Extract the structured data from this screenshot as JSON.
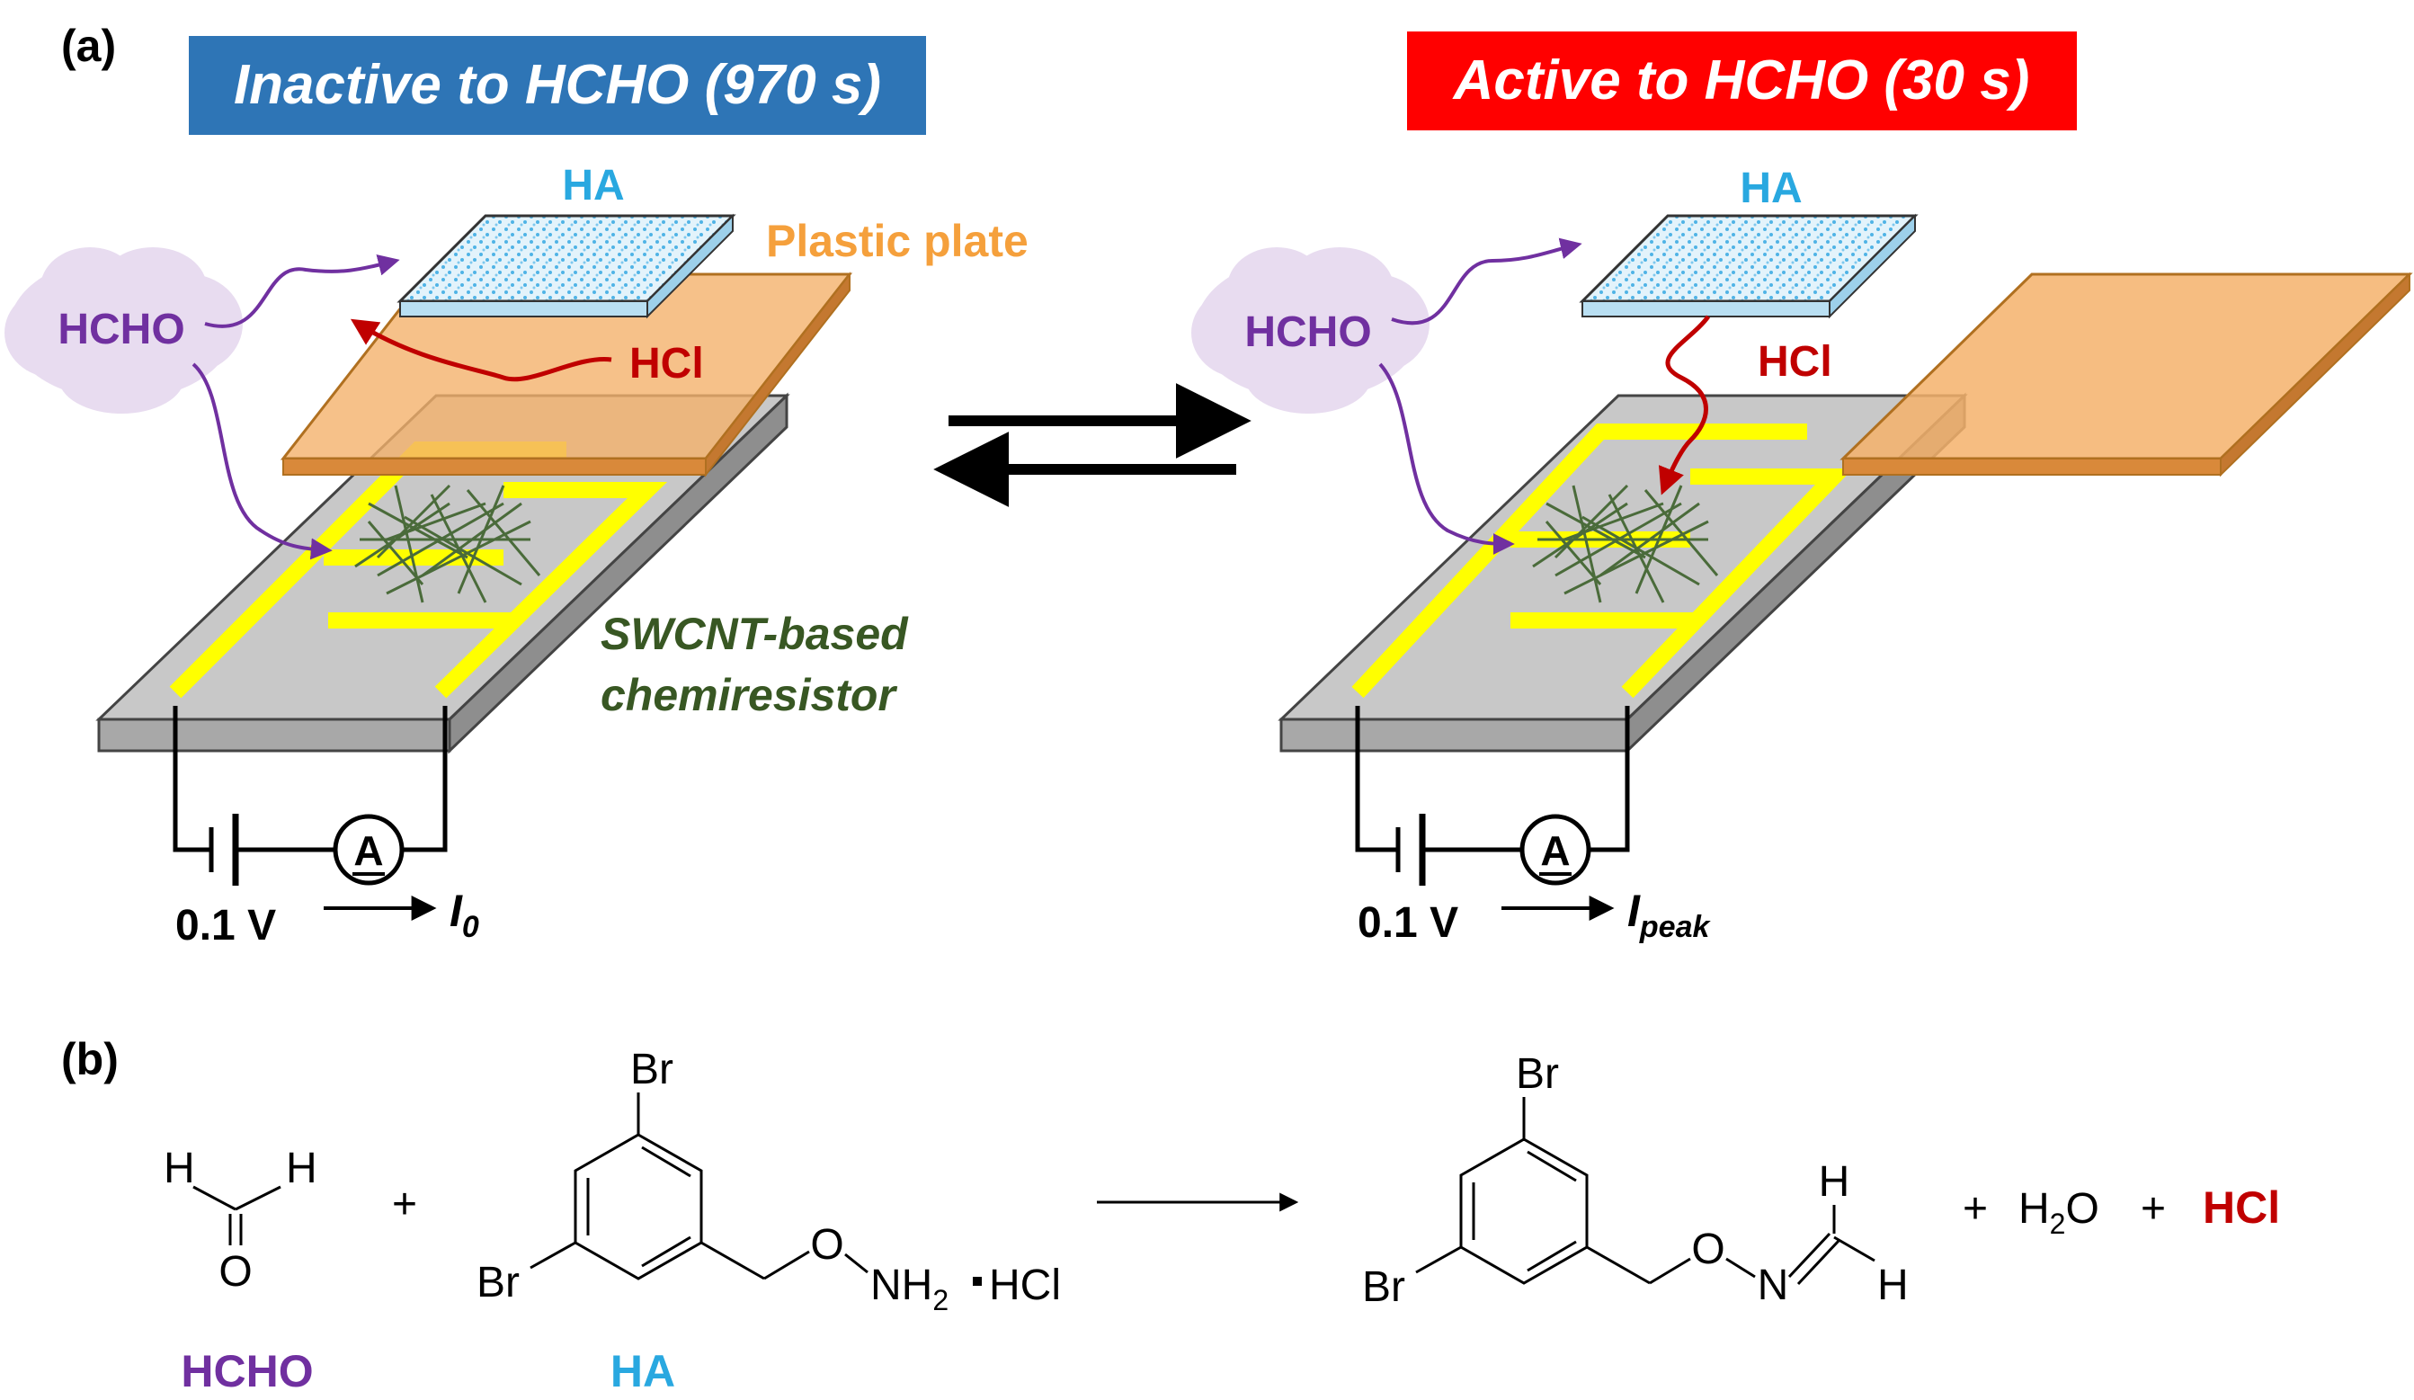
{
  "panel_a": {
    "label": "(a)",
    "left": {
      "banner": "Inactive to HCHO (970 s)",
      "ha_label": "HA",
      "plate_label": "Plastic plate",
      "hcho_label": "HCHO",
      "hcl_label": "HCl",
      "sensor_label_line1": "SWCNT-based",
      "sensor_label_line2": "chemiresistor",
      "voltage": "0.1 V",
      "ammeter": "A",
      "current_main": "I",
      "current_sub": "0"
    },
    "right": {
      "banner": "Active to HCHO (30 s)",
      "ha_label": "HA",
      "hcho_label": "HCHO",
      "hcl_label": "HCl",
      "voltage": "0.1 V",
      "ammeter": "A",
      "current_main": "I",
      "current_sub": "peak"
    }
  },
  "panel_b": {
    "label": "(b)",
    "formaldehyde": {
      "h_left": "H",
      "h_right": "H",
      "o": "O",
      "name": "HCHO"
    },
    "plus1": "+",
    "ha": {
      "br_top": "Br",
      "br_left": "Br",
      "o": "O",
      "nh": "NH",
      "nh_sub": "2",
      "hcl": "HCl",
      "name": "HA"
    },
    "product": {
      "br_top": "Br",
      "br_left": "Br",
      "o": "O",
      "n": "N",
      "h_top": "H",
      "h_right": "H"
    },
    "plus2": "+",
    "water": "H",
    "water_sub": "2",
    "water_o": "O",
    "plus3": "+",
    "hcl": "HCl"
  },
  "colors": {
    "blue_banner": "#2e75b6",
    "red_banner": "#ff0000",
    "ha_blue": "#29a8e0",
    "plate_orange": "#f4b26b",
    "plate_label": "#f5a03c",
    "hcho_purple": "#7030a0",
    "cloud": "#e8dcf0",
    "hcl_red": "#c00000",
    "electrode_yellow": "#ffff00",
    "substrate": "#c8c8c8",
    "cnt_green": "#4a6b3a",
    "swcnt_label": "#385723"
  }
}
